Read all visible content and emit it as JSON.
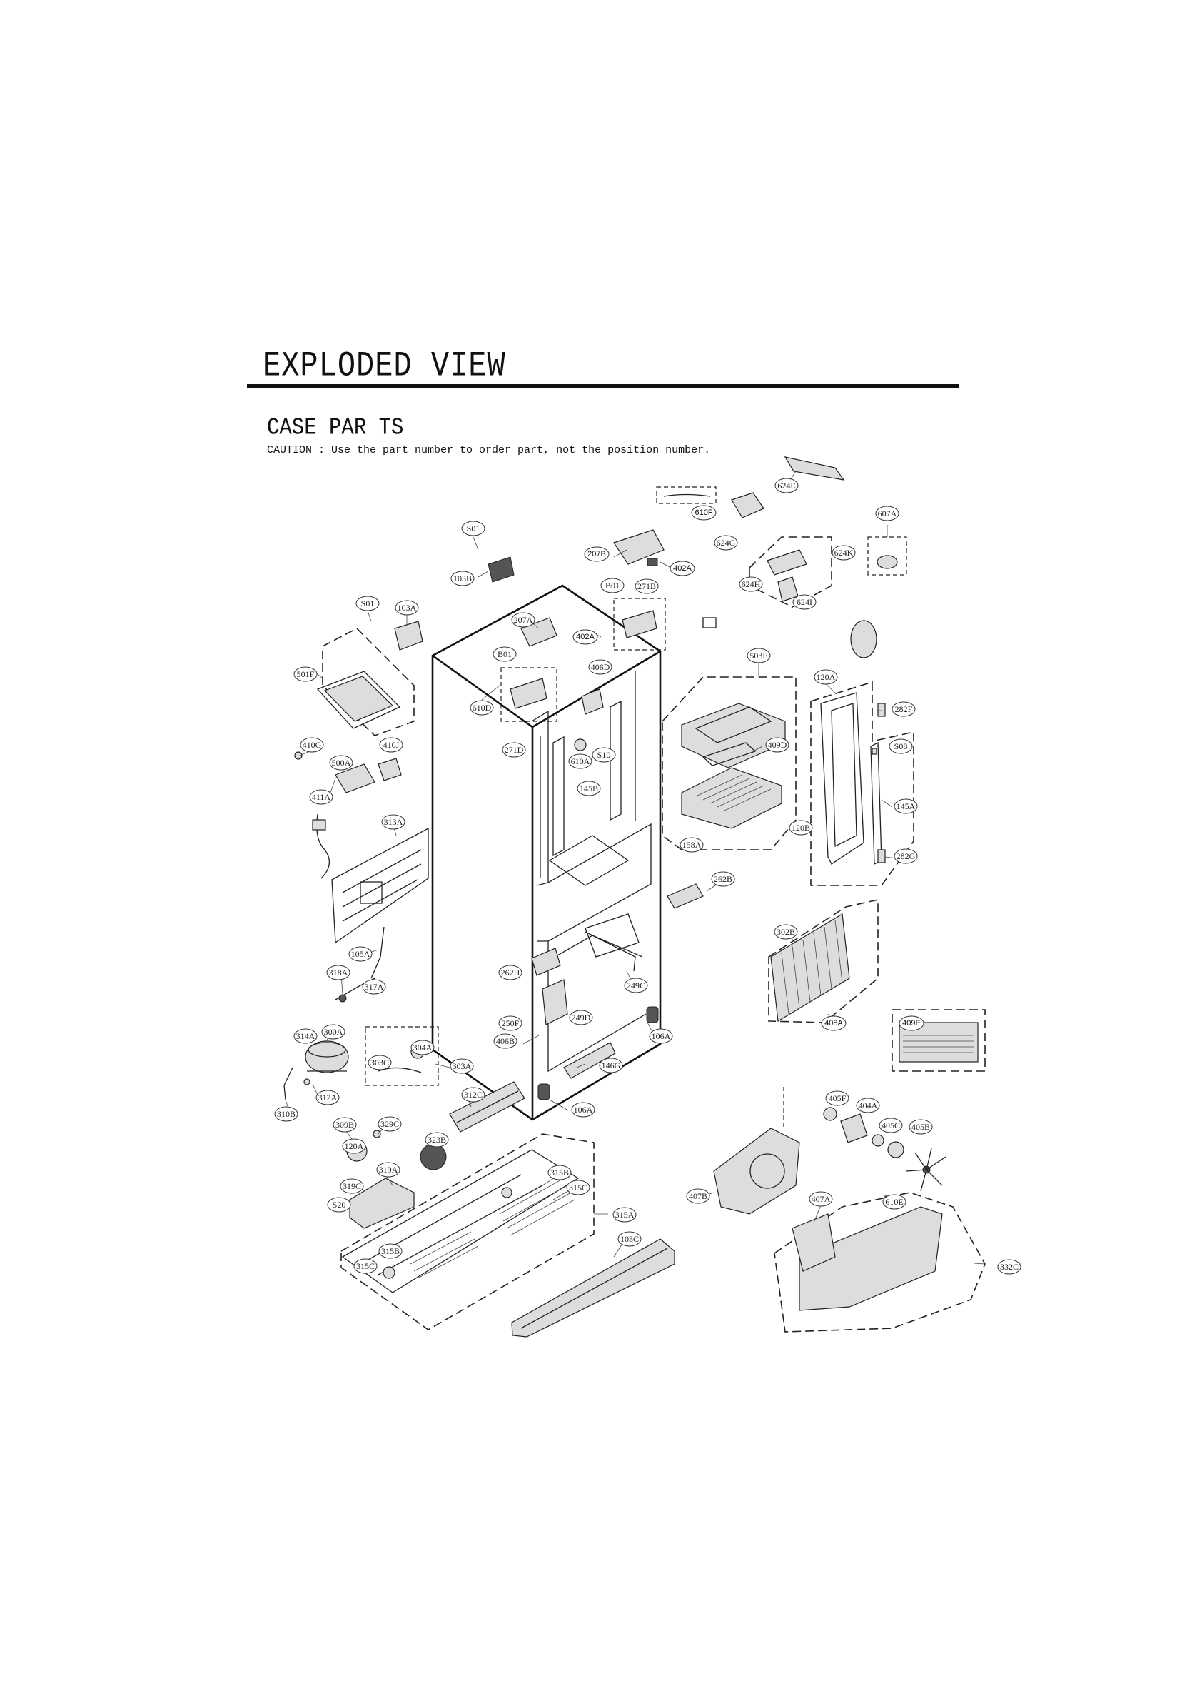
{
  "header": {
    "title": "EXPLODED VIEW",
    "section": "CASE  PAR TS",
    "caution": "CAUTION : Use the part number to order part, not the position number."
  },
  "part_labels": [
    {
      "id": "624E",
      "style": "serif"
    },
    {
      "id": "610F",
      "style": "sans"
    },
    {
      "id": "607A",
      "style": "serif"
    },
    {
      "id": "624G",
      "style": "serif"
    },
    {
      "id": "624K",
      "style": "serif"
    },
    {
      "id": "624H",
      "style": "serif"
    },
    {
      "id": "624I",
      "style": "serif"
    },
    {
      "id": "S01",
      "style": "serif"
    },
    {
      "id": "207B",
      "style": "sans"
    },
    {
      "id": "402A",
      "style": "sans"
    },
    {
      "id": "103B",
      "style": "serif"
    },
    {
      "id": "B01",
      "style": "serif"
    },
    {
      "id": "271B",
      "style": "serif"
    },
    {
      "id": "S01",
      "style": "serif"
    },
    {
      "id": "103A",
      "style": "serif"
    },
    {
      "id": "207A",
      "style": "serif"
    },
    {
      "id": "402A",
      "style": "sans"
    },
    {
      "id": "B01",
      "style": "serif"
    },
    {
      "id": "503E",
      "style": "serif"
    },
    {
      "id": "120A",
      "style": "serif"
    },
    {
      "id": "501F",
      "style": "serif"
    },
    {
      "id": "406D",
      "style": "serif"
    },
    {
      "id": "610D",
      "style": "serif"
    },
    {
      "id": "282F",
      "style": "serif"
    },
    {
      "id": "S10",
      "style": "serif"
    },
    {
      "id": "410G",
      "style": "serif"
    },
    {
      "id": "410J",
      "style": "serif"
    },
    {
      "id": "271D",
      "style": "serif"
    },
    {
      "id": "409D",
      "style": "serif"
    },
    {
      "id": "S08",
      "style": "serif"
    },
    {
      "id": "500A",
      "style": "serif"
    },
    {
      "id": "610A",
      "style": "serif"
    },
    {
      "id": "411A",
      "style": "serif"
    },
    {
      "id": "145B",
      "style": "serif"
    },
    {
      "id": "145A",
      "style": "serif"
    },
    {
      "id": "313A",
      "style": "serif"
    },
    {
      "id": "120B",
      "style": "serif"
    },
    {
      "id": "158A",
      "style": "serif"
    },
    {
      "id": "282G",
      "style": "serif"
    },
    {
      "id": "262B",
      "style": "serif"
    },
    {
      "id": "302B",
      "style": "serif"
    },
    {
      "id": "105A",
      "style": "serif"
    },
    {
      "id": "318A",
      "style": "serif"
    },
    {
      "id": "262H",
      "style": "serif"
    },
    {
      "id": "317A",
      "style": "serif"
    },
    {
      "id": "249C",
      "style": "serif"
    },
    {
      "id": "408A",
      "style": "sans"
    },
    {
      "id": "409E",
      "style": "sans"
    },
    {
      "id": "250F",
      "style": "serif"
    },
    {
      "id": "249D",
      "style": "serif"
    },
    {
      "id": "314A",
      "style": "serif"
    },
    {
      "id": "300A",
      "style": "serif"
    },
    {
      "id": "406B",
      "style": "serif"
    },
    {
      "id": "106A",
      "style": "serif"
    },
    {
      "id": "304A",
      "style": "serif"
    },
    {
      "id": "303C",
      "style": "serif"
    },
    {
      "id": "303A",
      "style": "serif"
    },
    {
      "id": "146G",
      "style": "serif"
    },
    {
      "id": "312A",
      "style": "serif"
    },
    {
      "id": "312C",
      "style": "serif"
    },
    {
      "id": "405F",
      "style": "serif"
    },
    {
      "id": "310B",
      "style": "serif"
    },
    {
      "id": "404A",
      "style": "serif"
    },
    {
      "id": "106A",
      "style": "serif"
    },
    {
      "id": "309B",
      "style": "serif"
    },
    {
      "id": "329C",
      "style": "serif"
    },
    {
      "id": "405C",
      "style": "serif"
    },
    {
      "id": "405B",
      "style": "serif"
    },
    {
      "id": "323B",
      "style": "serif"
    },
    {
      "id": "120A",
      "style": "serif"
    },
    {
      "id": "319A",
      "style": "serif"
    },
    {
      "id": "315B",
      "style": "serif"
    },
    {
      "id": "319C",
      "style": "serif"
    },
    {
      "id": "315C",
      "style": "serif"
    },
    {
      "id": "407B",
      "style": "serif"
    },
    {
      "id": "407A",
      "style": "serif"
    },
    {
      "id": "610E",
      "style": "serif"
    },
    {
      "id": "S20",
      "style": "serif"
    },
    {
      "id": "315A",
      "style": "serif"
    },
    {
      "id": "103C",
      "style": "serif"
    },
    {
      "id": "315B",
      "style": "serif"
    },
    {
      "id": "332C",
      "style": "serif"
    },
    {
      "id": "315C",
      "style": "serif"
    }
  ]
}
